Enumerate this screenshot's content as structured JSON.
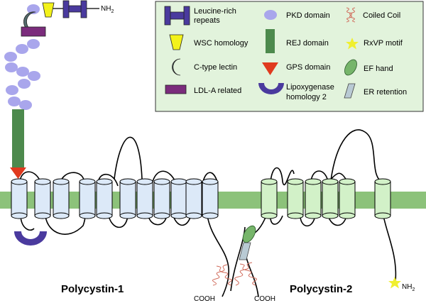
{
  "legend": {
    "leucine_rich": [
      "Leucine-rich",
      "repeats"
    ],
    "wsc": "WSC homology",
    "ctype": "C-type lectin",
    "ldla": "LDL-A related",
    "pkd": "PKD domain",
    "rej": "REJ domain",
    "gps": "GPS domain",
    "lipox": [
      "Lipoxygenase",
      "homology 2"
    ],
    "coiled": "Coiled Coil",
    "rxvp": "RxVP motif",
    "efhand": "EF hand",
    "er": "ER retention"
  },
  "proteins": {
    "pc1_label": "Polycystin-1",
    "pc2_label": "Polycystin-2"
  },
  "termini": {
    "nh2": "NH",
    "nh2_sub": "2",
    "cooh": "COOH"
  },
  "colors": {
    "membrane": "#8cc27a",
    "legend_bg": "#e2f3dc",
    "lrr": "#4a3a9e",
    "wsc": "#f3f21a",
    "ctype": "#536b6b",
    "ldla": "#7b2c7c",
    "pkd": "#a9a6ec",
    "rej": "#4d8a4d",
    "gps": "#e03a1e",
    "lipox": "#4a3a9e",
    "coiled": "#d06a5a",
    "rxvp": "#f0ef30",
    "efhand": "#76b56a",
    "er": "#b9cad4",
    "pc1_helix": "#dce9f8",
    "pc2_helix": "#d2f1c8"
  }
}
